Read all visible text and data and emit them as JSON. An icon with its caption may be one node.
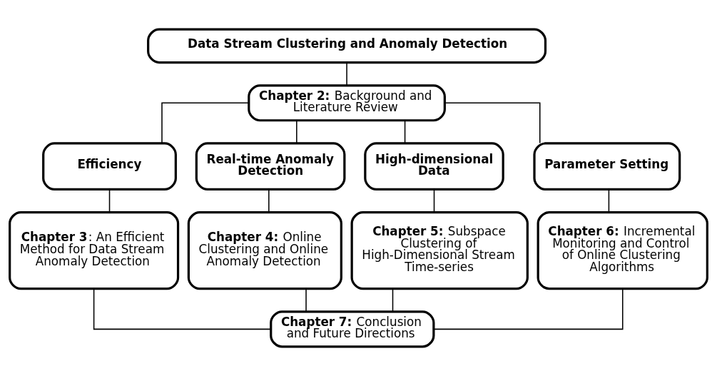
{
  "diagram": {
    "nodes": [
      {
        "text": [
          "Data Stream Clustering and Anomaly Detection"
        ]
      },
      {
        "text": [
          "**Chapter 2:** Background and Literature Review"
        ]
      },
      {
        "text": [
          "Efficiency"
        ]
      },
      {
        "text": [
          "Real-time Anomaly Detection"
        ]
      },
      {
        "text": [
          "High-dimensional Data"
        ]
      },
      {
        "text": [
          "Parameter Setting"
        ]
      },
      {
        "text": [
          "**Chapter 3**: An Efficient Method for Data Stream Anomaly Detection"
        ]
      },
      {
        "text": [
          "**Chapter 4:** Online Clustering and Online Anomaly Detection"
        ]
      },
      {
        "text": [
          "**Chapter 5:** Subspace Clustering of High-Dimensional Stream Time-series"
        ]
      },
      {
        "text": [
          "**Chapter 6:** Incremental Monitoring and Control of Online Clustering Algorithms"
        ]
      },
      {
        "text": [
          "**Chapter 7:** Conclusion and Future Directions"
        ]
      }
    ],
    "edges": [
      {
        "from": 0,
        "to": 1,
        "arrow": "none"
      },
      {
        "from": 1,
        "to": 2,
        "arrow": "none"
      },
      {
        "from": 1,
        "to": 3,
        "arrow": "none"
      },
      {
        "from": 1,
        "to": 4,
        "arrow": "none"
      },
      {
        "from": 1,
        "to": 5,
        "arrow": "none"
      },
      {
        "from": 2,
        "to": 6,
        "arrow": "none"
      },
      {
        "from": 3,
        "to": 7,
        "arrow": "none"
      },
      {
        "from": 4,
        "to": 8,
        "arrow": "none"
      },
      {
        "from": 5,
        "to": 9,
        "arrow": "none"
      },
      {
        "from": 6,
        "to": 10,
        "arrow": "none"
      },
      {
        "from": 7,
        "to": 10,
        "arrow": "none"
      },
      {
        "from": 8,
        "to": 10,
        "arrow": "none"
      },
      {
        "from": 9,
        "to": 10,
        "arrow": "none"
      }
    ]
  }
}
